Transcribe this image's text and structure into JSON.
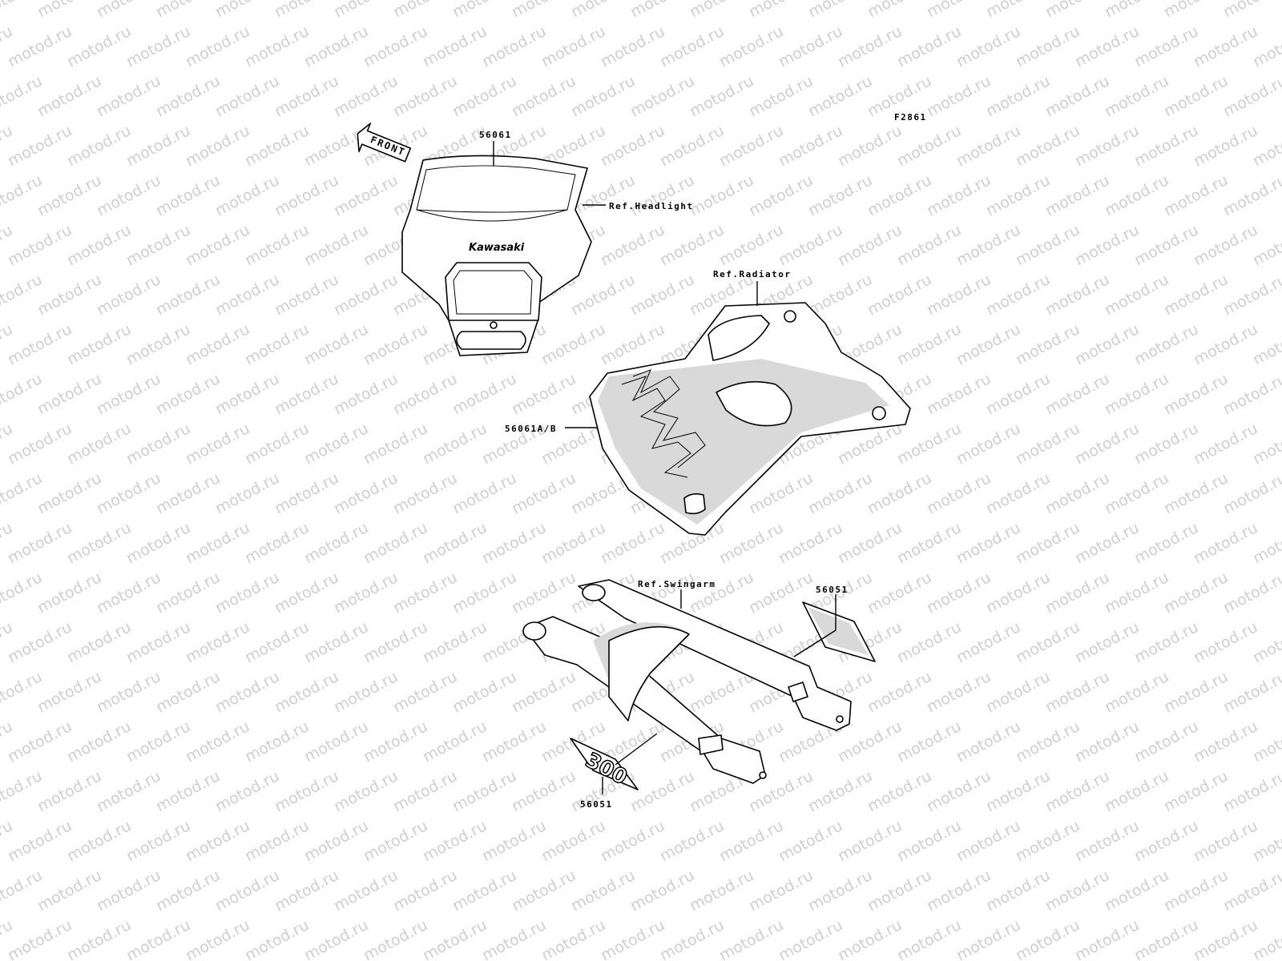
{
  "diagram_code": "F2861",
  "watermark": "motod.ru",
  "front_arrow": "FRONT",
  "brand_text": "Kawasaki",
  "model_text": "300",
  "labels": {
    "headlight_cover_part": "56061",
    "ref_headlight": "Ref.Headlight",
    "ref_radiator": "Ref.Radiator",
    "shroud_part": "56061A/B",
    "ref_swingarm": "Ref.Swingarm",
    "swingarm_right_part": "56051",
    "swingarm_left_part": "56051"
  },
  "colors": {
    "line": "#000000",
    "watermark": "#cfcfcf",
    "shade": "#d9d9d9"
  }
}
